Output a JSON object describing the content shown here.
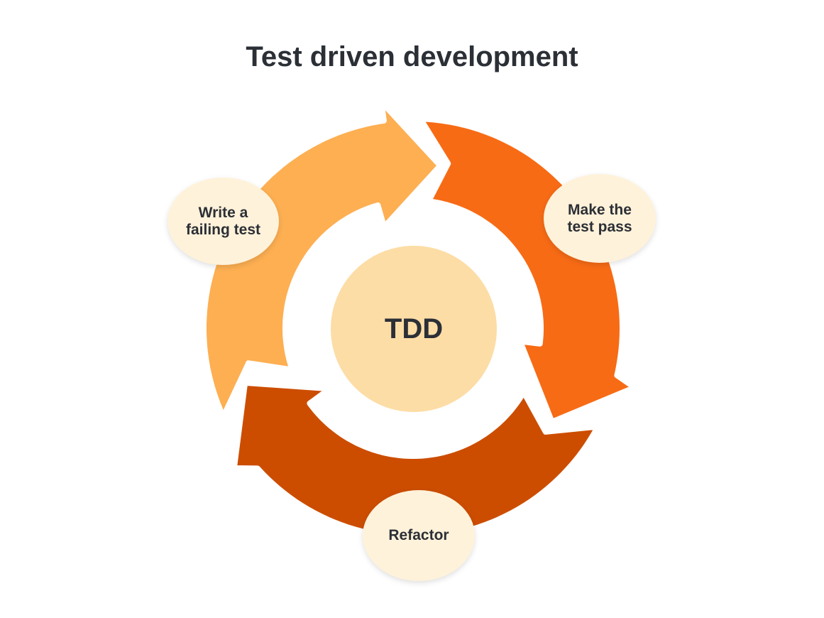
{
  "title": "Test driven development",
  "center_label": "TDD",
  "steps": [
    {
      "line1": "Write a",
      "line2": "failing test",
      "color": "#FDAF52"
    },
    {
      "line1": "Make the",
      "line2": "test pass",
      "color": "#F76B15"
    },
    {
      "line1": "Refactor",
      "line2": "",
      "color": "#CC4D00"
    }
  ],
  "colors": {
    "label_bg": "#FFF2DA",
    "center_bg": "#FDDDA6",
    "text": "#2B2F36"
  }
}
